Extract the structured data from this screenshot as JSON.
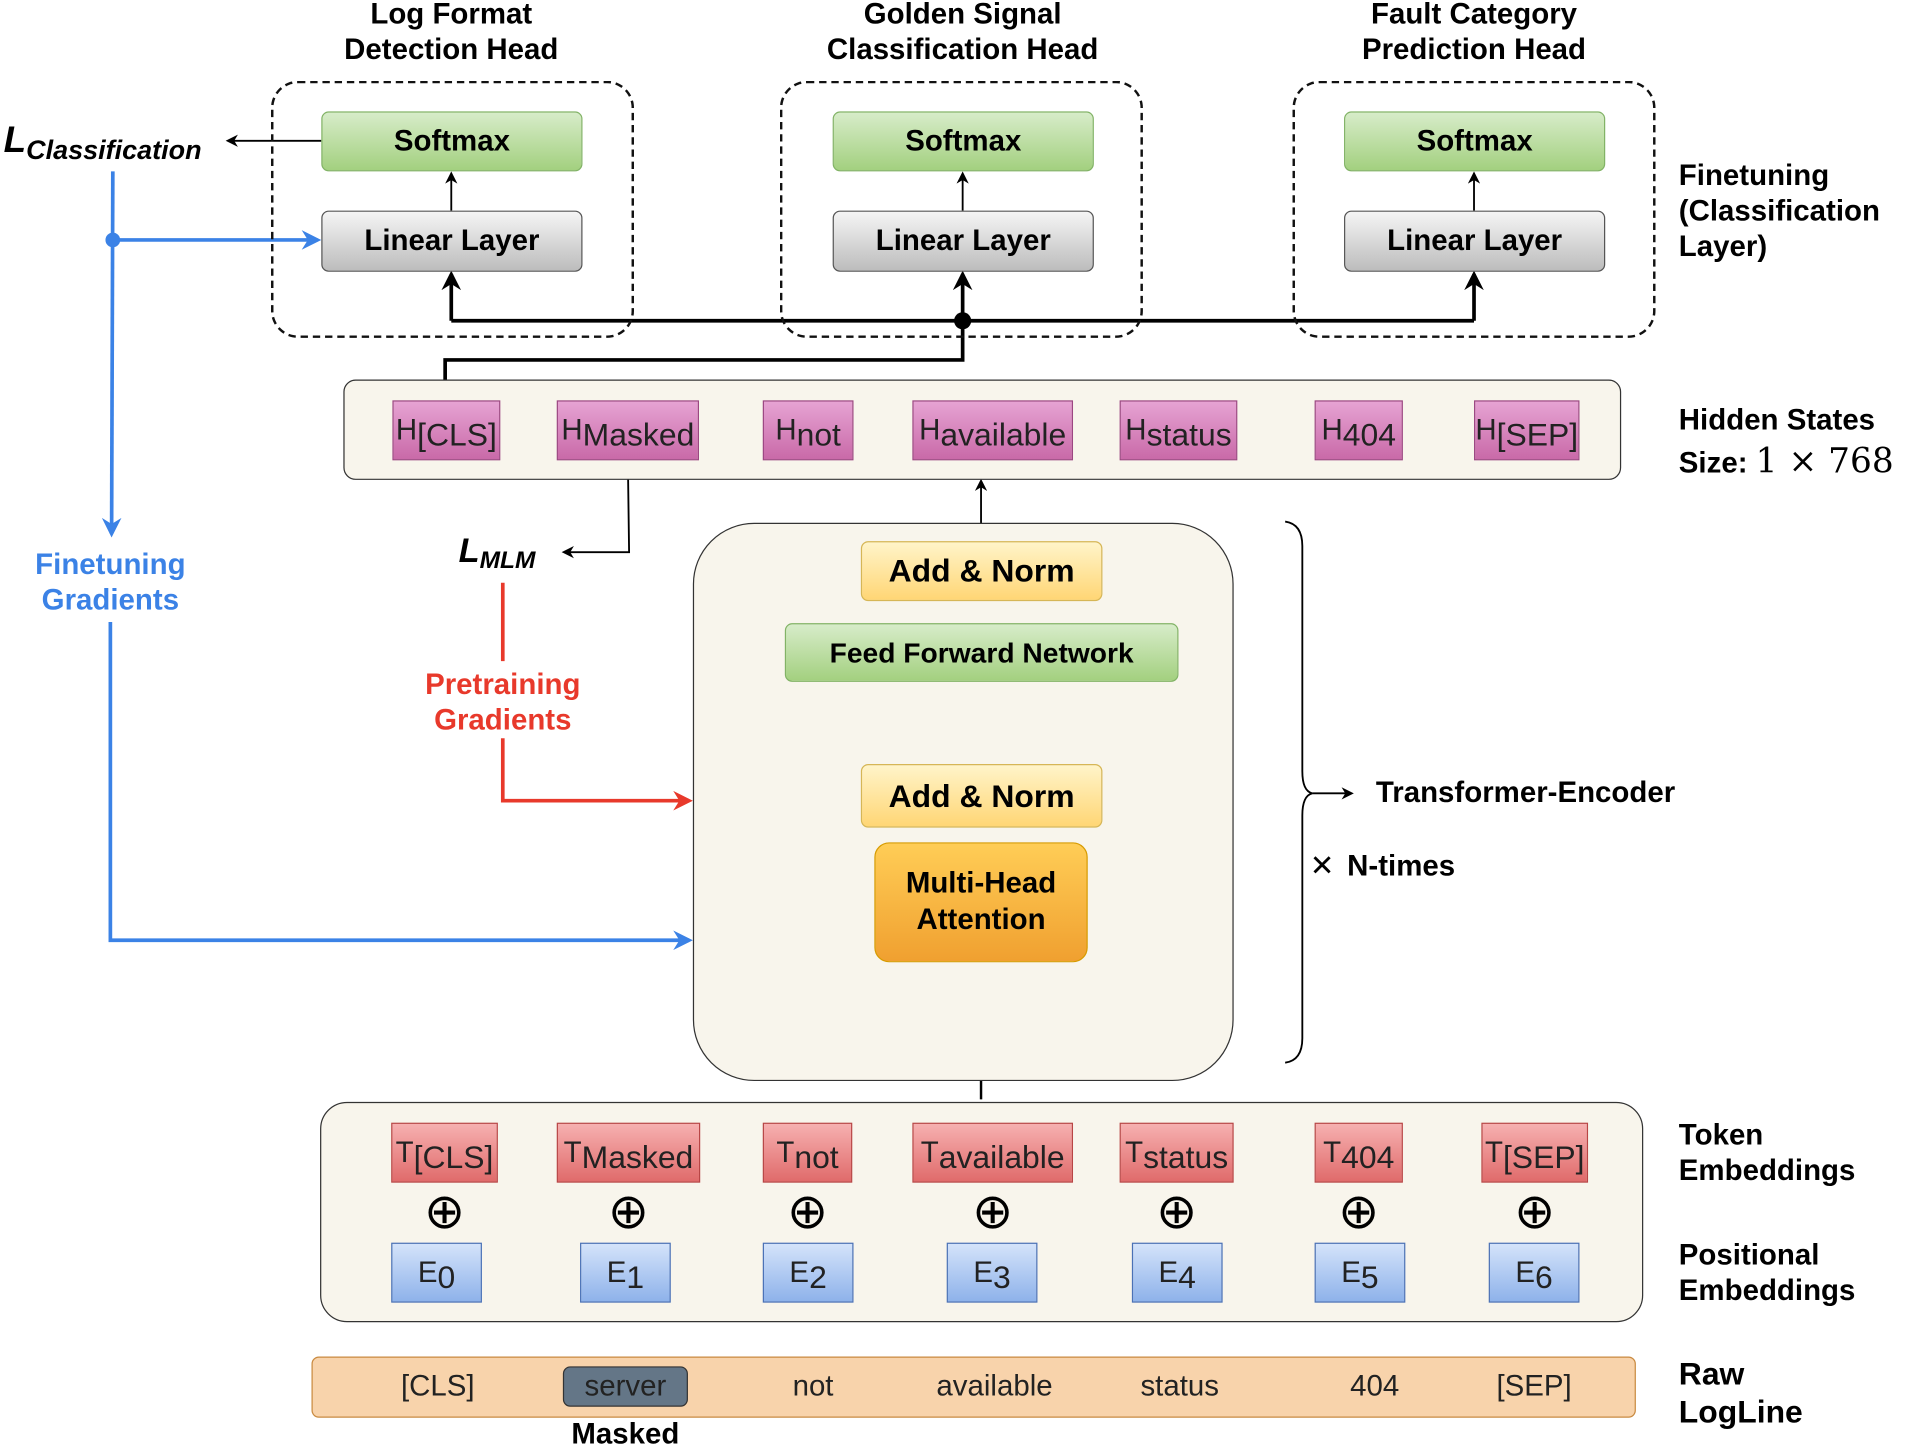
{
  "heads": {
    "log_format": {
      "title_1": "Log Format",
      "title_2": "Detection Head",
      "softmax": "Softmax",
      "linear": "Linear Layer"
    },
    "golden_signal": {
      "title_1": "Golden Signal",
      "title_2": "Classification Head",
      "softmax": "Softmax",
      "linear": "Linear Layer"
    },
    "fault_category": {
      "title_1": "Fault Category",
      "title_2": "Prediction Head",
      "softmax": "Softmax",
      "linear": "Linear Layer"
    }
  },
  "loss": {
    "classification": "L",
    "classification_sub": "Classification",
    "mlm": "L",
    "mlm_sub": "MLM"
  },
  "gradients": {
    "finetuning_1": "Finetuning",
    "finetuning_2": "Gradients",
    "pretraining_1": "Pretraining",
    "pretraining_2": "Gradients",
    "finetuning_color": "#3b82e6",
    "pretraining_color": "#e8392b"
  },
  "encoder": {
    "add_norm_top": "Add & Norm",
    "ffn": "Feed Forward Network",
    "add_norm_bottom": "Add & Norm",
    "mha_1": "Multi-Head",
    "mha_2": "Attention",
    "label": "Transformer-Encoder",
    "repeat": "N-times",
    "repeat_symbol": "✕"
  },
  "hidden_states": {
    "tokens": [
      {
        "base": "H",
        "sub": "[CLS]"
      },
      {
        "base": "H",
        "sub": "Masked"
      },
      {
        "base": "H",
        "sub": "not"
      },
      {
        "base": "H",
        "sub": "available"
      },
      {
        "base": "H",
        "sub": "status"
      },
      {
        "base": "H",
        "sub": "404"
      },
      {
        "base": "H",
        "sub": "[SEP]"
      }
    ]
  },
  "token_embeddings": [
    {
      "base": "T",
      "sub": "[CLS]"
    },
    {
      "base": "T",
      "sub": "Masked"
    },
    {
      "base": "T",
      "sub": "not"
    },
    {
      "base": "T",
      "sub": "available"
    },
    {
      "base": "T",
      "sub": "status"
    },
    {
      "base": "T",
      "sub": "404"
    },
    {
      "base": "T",
      "sub": "[SEP]"
    }
  ],
  "positional_embeddings": [
    {
      "base": "E",
      "sub": "0"
    },
    {
      "base": "E",
      "sub": "1"
    },
    {
      "base": "E",
      "sub": "2"
    },
    {
      "base": "E",
      "sub": "3"
    },
    {
      "base": "E",
      "sub": "4"
    },
    {
      "base": "E",
      "sub": "5"
    },
    {
      "base": "E",
      "sub": "6"
    }
  ],
  "oplus": "⊕",
  "raw_logline": [
    "[CLS]",
    "server",
    "not",
    "available",
    "status",
    "404",
    "[SEP]"
  ],
  "masked_label": "Masked",
  "right_labels": {
    "finetuning_1": "Finetuning",
    "finetuning_2": "(Classification",
    "finetuning_3": "Layer)",
    "hidden_1": "Hidden States",
    "hidden_2": "Size:",
    "hidden_size": "1 × 768",
    "token_1": "Token",
    "token_2": "Embeddings",
    "pos_1": "Positional",
    "pos_2": "Embeddings",
    "raw_1": "Raw",
    "raw_2": "LogLine"
  }
}
